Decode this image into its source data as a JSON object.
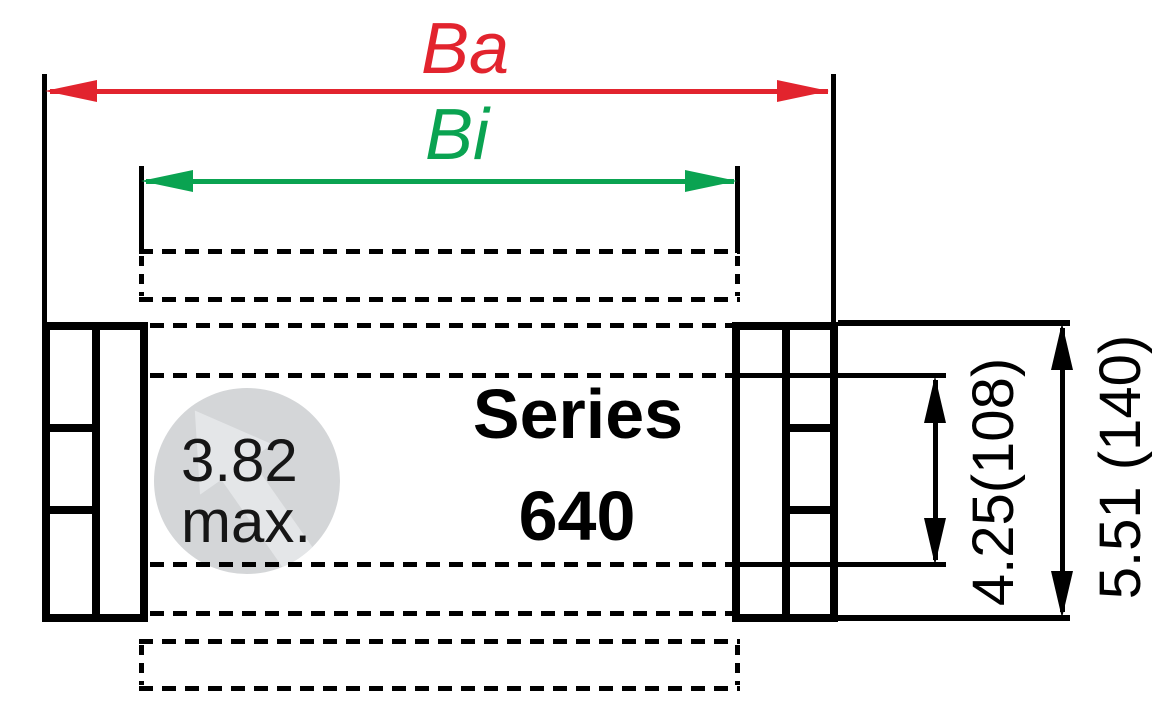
{
  "drawing": {
    "title_series_line1": "Series",
    "title_series_line2": "640",
    "dim_outer_width_label": "Ba",
    "dim_inner_width_label": "Bi",
    "pitch_value": "3.82",
    "pitch_suffix": "max.",
    "dim_inner_height_label": "4.25(108)",
    "dim_outer_height_label": "5.51 (140)"
  },
  "colors": {
    "outer_width_dimension": "#e2242e",
    "inner_width_dimension": "#0aa351",
    "drawing_lines": "#000000",
    "watermark_circle": "#d4d6d8",
    "watermark_arrow": "#e4e6e8",
    "pitch_text": "#161616"
  },
  "icons": {
    "watermark": "arrow-up-left-watermark-icon"
  }
}
